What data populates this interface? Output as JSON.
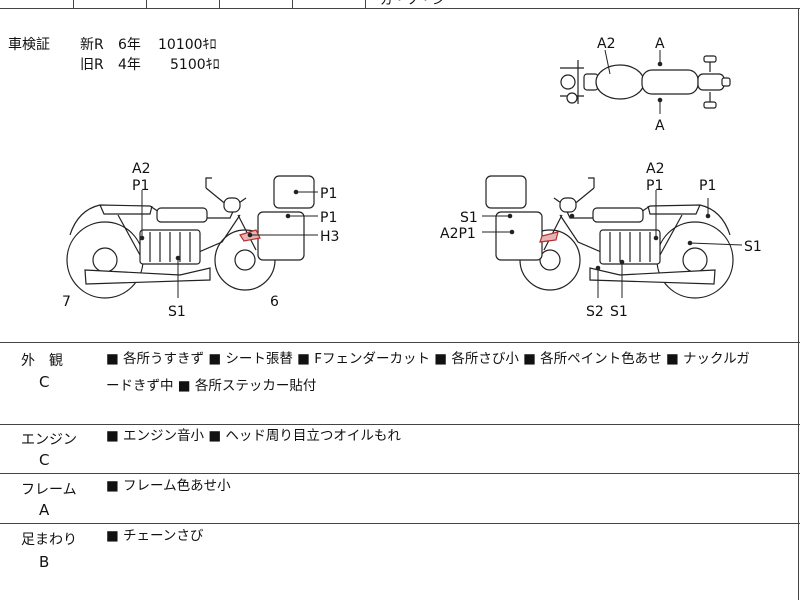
{
  "header_fragment": "ガ・ソ・ン",
  "inspection": {
    "label": "車検証",
    "new_label": "新R",
    "new_years": "6年",
    "new_amount": "10100ｷﾛ",
    "old_label": "旧R",
    "old_years": "4年",
    "old_amount": "5100ｷﾛ"
  },
  "diagram": {
    "top": {
      "label_a2": "A2",
      "label_a_top": "A",
      "label_a_bottom": "A"
    },
    "left_bike": {
      "label_a2": "A2",
      "label_p1": "P1",
      "label_p1_b": "P1",
      "label_p1_c": "P1",
      "label_h3": "H3",
      "label_s1": "S1",
      "label_7": "7",
      "label_6": "6"
    },
    "right_bike": {
      "label_a2": "A2",
      "label_p1": "P1",
      "label_p1_b": "P1",
      "label_s1_a": "S1",
      "label_a2p1": "A2P1",
      "label_s1_b": "S1",
      "label_s2": "S2",
      "label_s1_c": "S1"
    }
  },
  "sections": [
    {
      "label": "外　観",
      "grade": "C",
      "line1": "■ 各所うすきず ■ シート張替 ■ Fフェンダーカット ■ 各所さび小 ■ 各所ペイント色あせ ■ ナックルガ",
      "line2": "ードきず中 ■ 各所ステッカー貼付"
    },
    {
      "label": "エンジン",
      "grade": "C",
      "line1": "■ エンジン音小 ■ ヘッド周り目立つオイルもれ",
      "line2": ""
    },
    {
      "label": "フレーム",
      "grade": "A",
      "line1": "■ フレーム色あせ小",
      "line2": ""
    },
    {
      "label": "足まわり",
      "grade": "B",
      "line1": "■ チェーンさび",
      "line2": ""
    }
  ]
}
